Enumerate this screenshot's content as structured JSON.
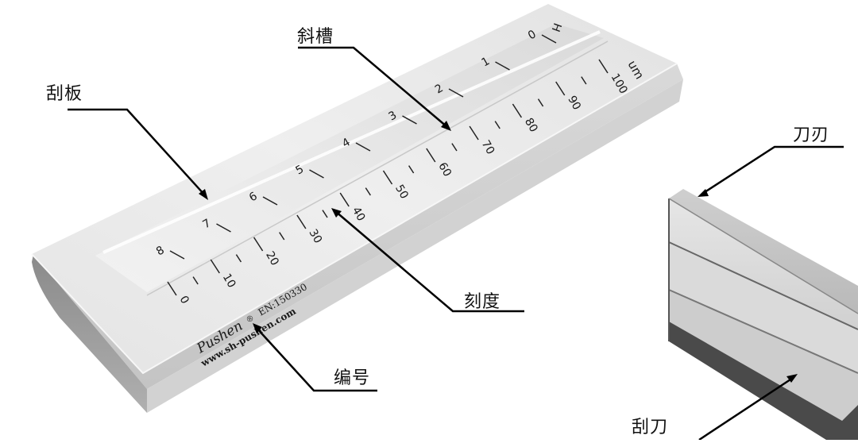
{
  "callouts": {
    "scraper_plate": "刮板",
    "groove": "斜槽",
    "scale": "刻度",
    "serial_number": "编号",
    "blade_edge": "刀刃",
    "scraper_blade": "刮刀"
  },
  "gauge": {
    "h_marker": "H",
    "left_scale": [
      "0",
      "1",
      "2",
      "3",
      "4",
      "5",
      "6",
      "7",
      "8"
    ],
    "right_unit": "um",
    "right_scale": [
      "0",
      "10",
      "20",
      "30",
      "40",
      "50",
      "60",
      "70",
      "80",
      "90",
      "100"
    ],
    "brand": "Pushen",
    "registered_mark": "®",
    "serial": "EN:150330",
    "website": "www.sh-pushen.com"
  }
}
